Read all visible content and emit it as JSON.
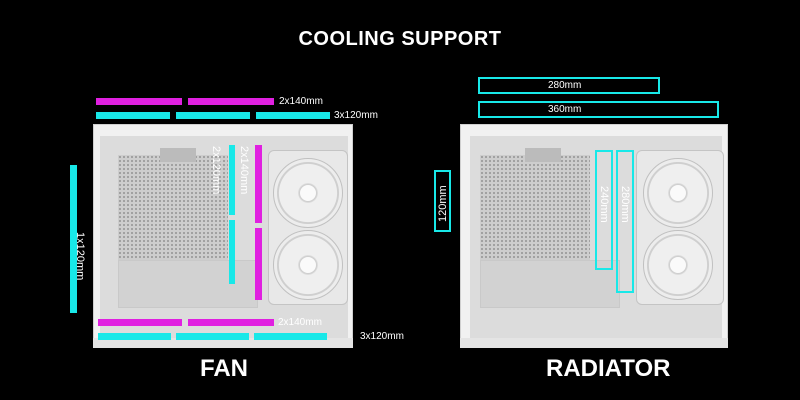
{
  "title": "COOLING SUPPORT",
  "fan_section": {
    "caption": "FAN",
    "top_140": "2x140mm",
    "top_120": "3x120mm",
    "rear": "1x120mm",
    "mid_120": "2x120mm",
    "mid_140": "2x140mm",
    "bottom_140": "2x140mm",
    "bottom_120": "3x120mm"
  },
  "radiator_section": {
    "caption": "RADIATOR",
    "top_280": "280mm",
    "top_360": "360mm",
    "rear": "120mm",
    "side_240": "240mm",
    "side_280": "280mm"
  },
  "colors": {
    "background": "#000000",
    "magenta": "#e020e0",
    "cyan": "#18e8e8"
  }
}
